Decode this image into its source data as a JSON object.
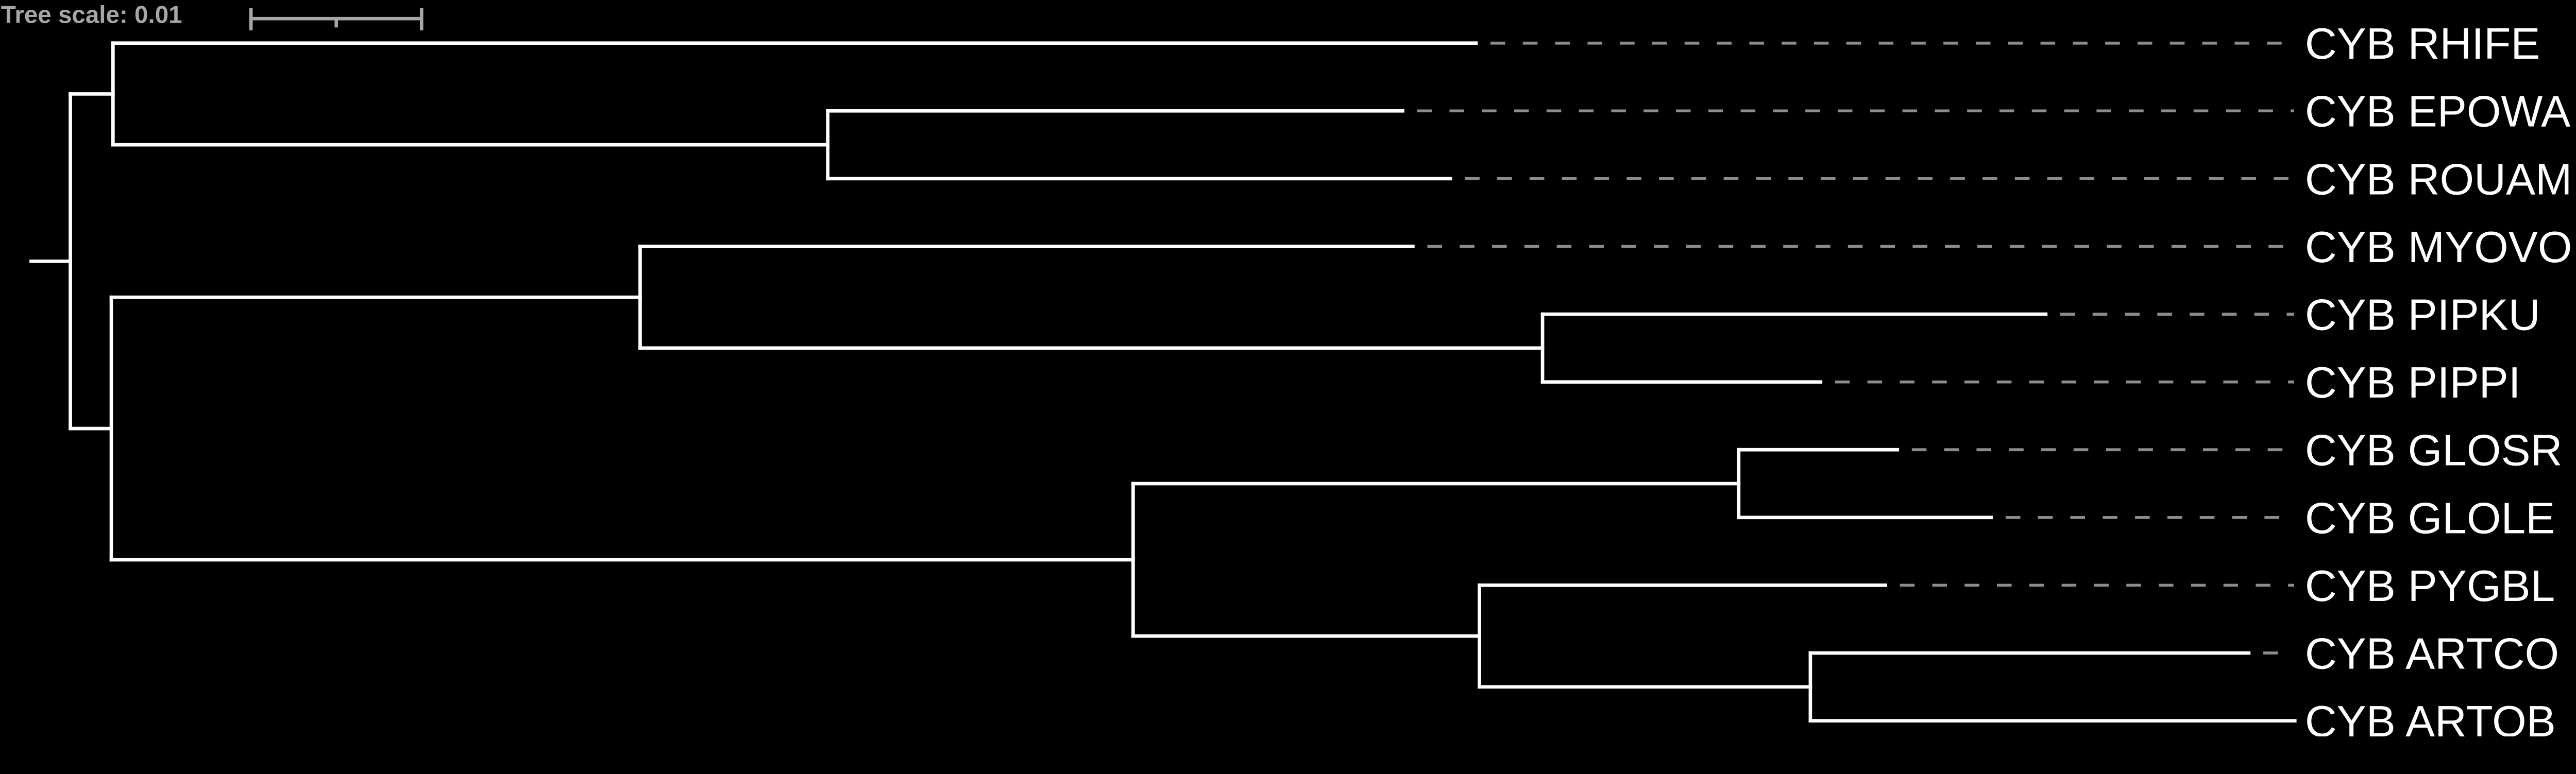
{
  "page": {
    "background_color": "#000000"
  },
  "tree_scale": {
    "label": "Tree scale: 0.01",
    "value": 0.01,
    "color": "#a6a6a6"
  },
  "style": {
    "branch_color": "#ffffff",
    "label_color": "#ffffff",
    "dash_color": "#8c8c8c"
  },
  "chart_data": {
    "type": "phylogenetic_tree",
    "layout": "rectangular-cladogram, root at left, tips at right, dashed leader lines to right-aligned labels",
    "scale_bar_value": 0.01,
    "leaf_order": [
      "CYB RHIFE",
      "CYB EPOWA",
      "CYB ROUAM",
      "CYB MYOVO",
      "CYB PIPKU",
      "CYB PIPPI",
      "CYB GLOSR",
      "CYB GLOLE",
      "CYB PYGBL",
      "CYB ARTCO",
      "CYB ARTOB"
    ],
    "tree": {
      "name": "root",
      "length": 0.0024,
      "children": [
        {
          "name": "node-A",
          "length": 0.0025,
          "children": [
            {
              "name": "CYB RHIFE",
              "length": 0.08
            },
            {
              "name": "node-B",
              "length": 0.0419,
              "children": [
                {
                  "name": "CYB EPOWA",
                  "length": 0.0338
                },
                {
                  "name": "CYB ROUAM",
                  "length": 0.0366
                }
              ]
            }
          ]
        },
        {
          "name": "node-C",
          "length": 0.0024,
          "children": [
            {
              "name": "node-D",
              "length": 0.031,
              "children": [
                {
                  "name": "CYB MYOVO",
                  "length": 0.0454
                },
                {
                  "name": "node-E",
                  "length": 0.0529,
                  "children": [
                    {
                      "name": "CYB PIPKU",
                      "length": 0.0296
                    },
                    {
                      "name": "CYB PIPPI",
                      "length": 0.0164
                    }
                  ]
                }
              ]
            },
            {
              "name": "node-F",
              "length": 0.0599,
              "children": [
                {
                  "name": "node-G",
                  "length": 0.0355,
                  "children": [
                    {
                      "name": "CYB GLOSR",
                      "length": 0.0094
                    },
                    {
                      "name": "CYB GLOLE",
                      "length": 0.0149
                    }
                  ]
                },
                {
                  "name": "node-H",
                  "length": 0.0203,
                  "children": [
                    {
                      "name": "CYB PYGBL",
                      "length": 0.0239
                    },
                    {
                      "name": "node-I",
                      "length": 0.0194,
                      "children": [
                        {
                          "name": "CYB ARTCO",
                          "length": 0.0258
                        },
                        {
                          "name": "CYB ARTOB",
                          "length": 0.0285
                        }
                      ]
                    }
                  ]
                }
              ]
            }
          ]
        }
      ]
    }
  }
}
